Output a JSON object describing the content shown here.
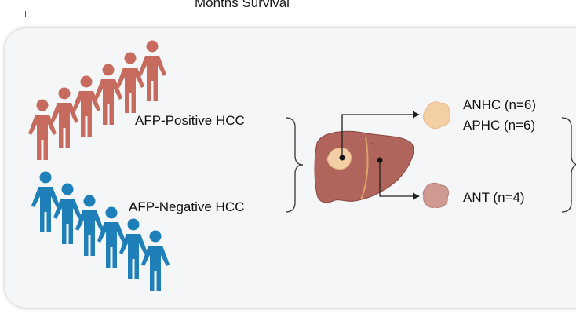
{
  "title": "Months Survival",
  "groups": {
    "positive": {
      "label": "AFP-Positive HCC",
      "color": "#c76b5f"
    },
    "negative": {
      "label": "AFP-Negative HCC",
      "color": "#1f7fb8"
    }
  },
  "samples": {
    "anhc": "ANHC (n=6)",
    "aphc": "APHC (n=6)",
    "ant": "ANT (n=4)"
  },
  "colors": {
    "liver": "#b0645b",
    "tumor": "#f4cfa6",
    "tissue_adjacent": "#cf9a92",
    "bracket": "#444444"
  }
}
